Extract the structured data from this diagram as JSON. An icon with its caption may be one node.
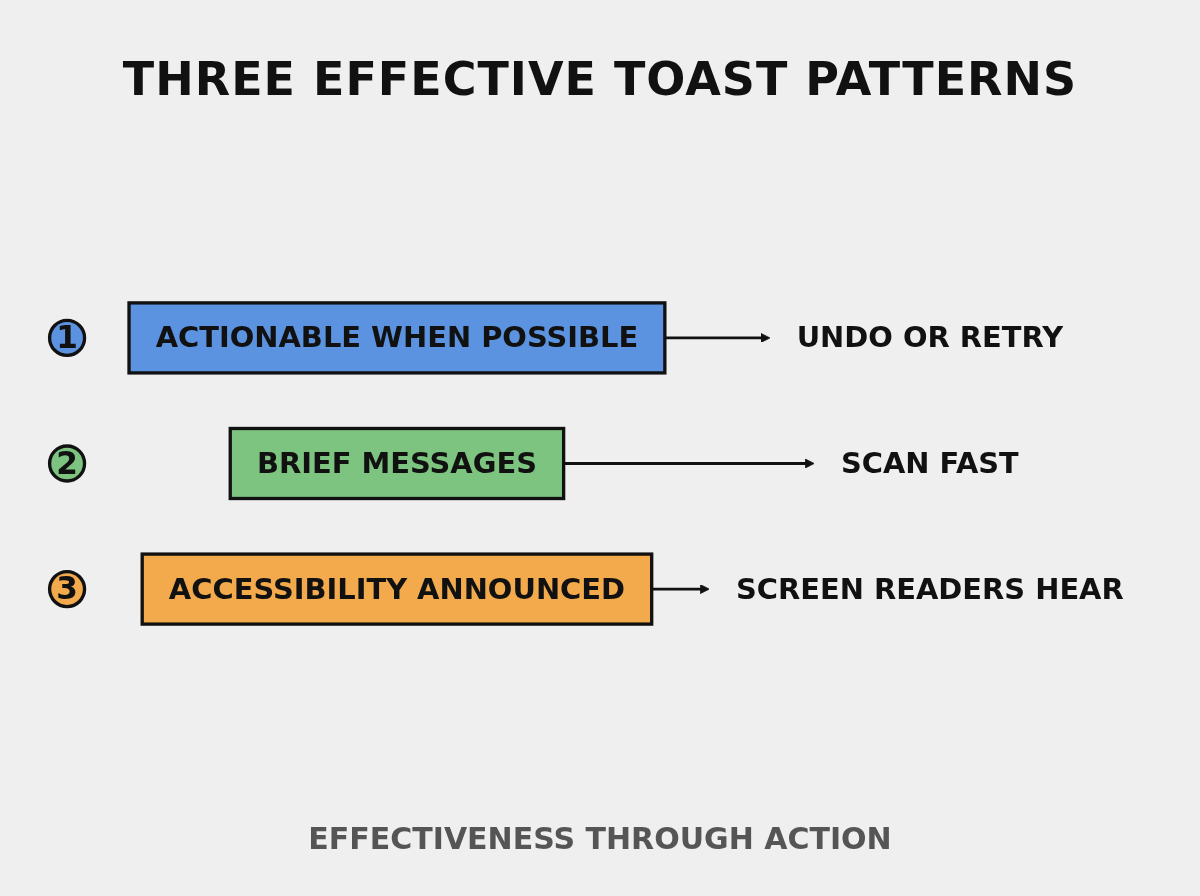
{
  "diagram": {
    "title": "THREE EFFECTIVE TOAST PATTERNS",
    "nodes": [
      {
        "text": [
          "1"
        ]
      },
      {
        "text": [
          "ACTIONABLE WHEN POSSIBLE"
        ]
      },
      {
        "text": [
          "UNDO OR RETRY"
        ]
      },
      {
        "text": [
          "2"
        ]
      },
      {
        "text": [
          "BRIEF MESSAGES"
        ]
      },
      {
        "text": [
          "SCAN FAST"
        ]
      },
      {
        "text": [
          "3"
        ]
      },
      {
        "text": [
          "ACCESSIBILITY ANNOUNCED"
        ]
      },
      {
        "text": [
          "SCREEN READERS HEAR"
        ]
      }
    ],
    "edges": [
      {
        "from": 1,
        "to": 2,
        "arrow": "to"
      },
      {
        "from": 4,
        "to": 5,
        "arrow": "to"
      },
      {
        "from": 7,
        "to": 8,
        "arrow": "to"
      }
    ],
    "caption": "EFFECTIVENESS THROUGH ACTION"
  }
}
